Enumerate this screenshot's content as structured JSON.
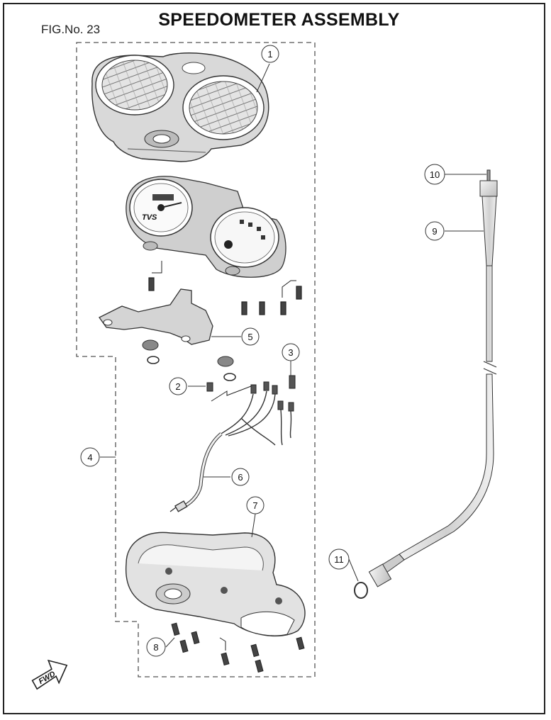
{
  "title": "SPEEDOMETER ASSEMBLY",
  "figure_number": "FIG.No. 23",
  "dial_brand": "TVS",
  "direction_marker": "FWD",
  "callouts": [
    "1",
    "2",
    "3",
    "4",
    "5",
    "6",
    "7",
    "8",
    "9",
    "10",
    "11"
  ]
}
